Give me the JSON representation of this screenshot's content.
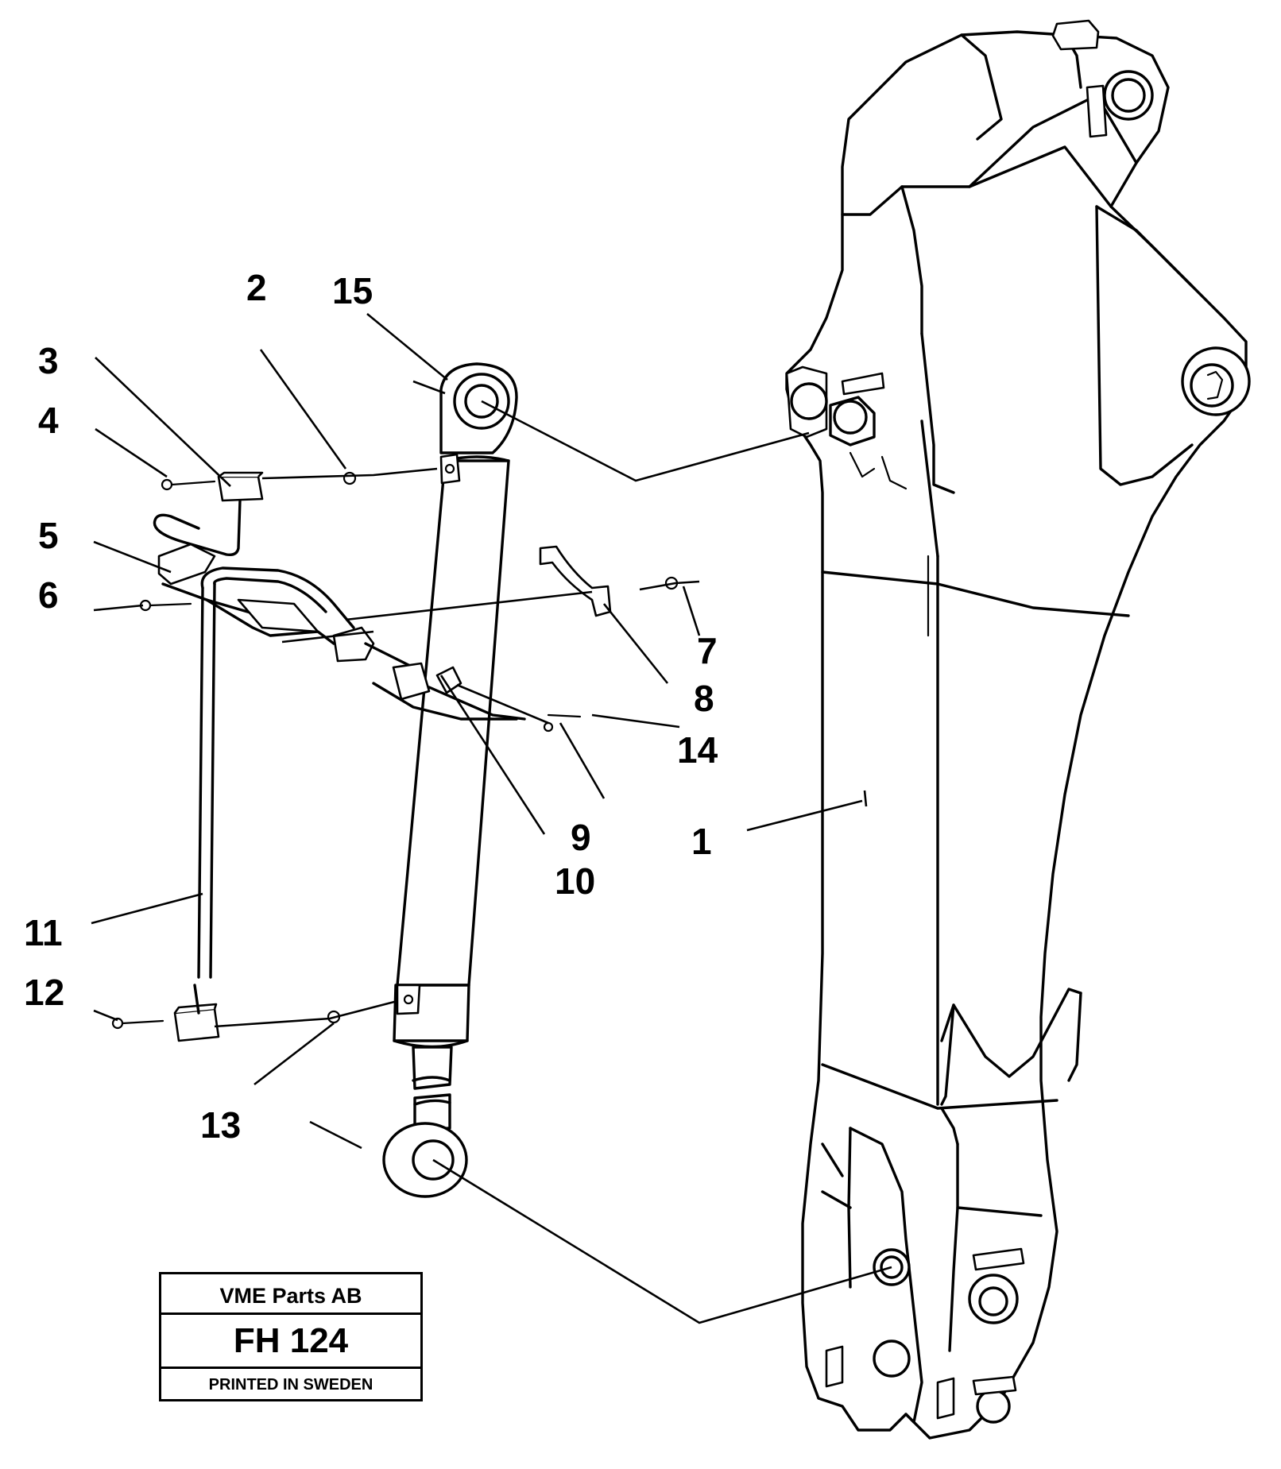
{
  "callouts": [
    {
      "id": "1",
      "label": "1"
    },
    {
      "id": "2",
      "label": "2"
    },
    {
      "id": "3",
      "label": "3"
    },
    {
      "id": "4",
      "label": "4"
    },
    {
      "id": "5",
      "label": "5"
    },
    {
      "id": "6",
      "label": "6"
    },
    {
      "id": "7",
      "label": "7"
    },
    {
      "id": "8",
      "label": "8"
    },
    {
      "id": "9",
      "label": "9"
    },
    {
      "id": "10",
      "label": "10"
    },
    {
      "id": "11",
      "label": "11"
    },
    {
      "id": "12",
      "label": "12"
    },
    {
      "id": "13",
      "label": "13"
    },
    {
      "id": "14",
      "label": "14"
    },
    {
      "id": "15",
      "label": "15"
    }
  ],
  "title_block": {
    "company": "VME Parts AB",
    "code": "FH 124",
    "note": "PRINTED IN SWEDEN"
  }
}
